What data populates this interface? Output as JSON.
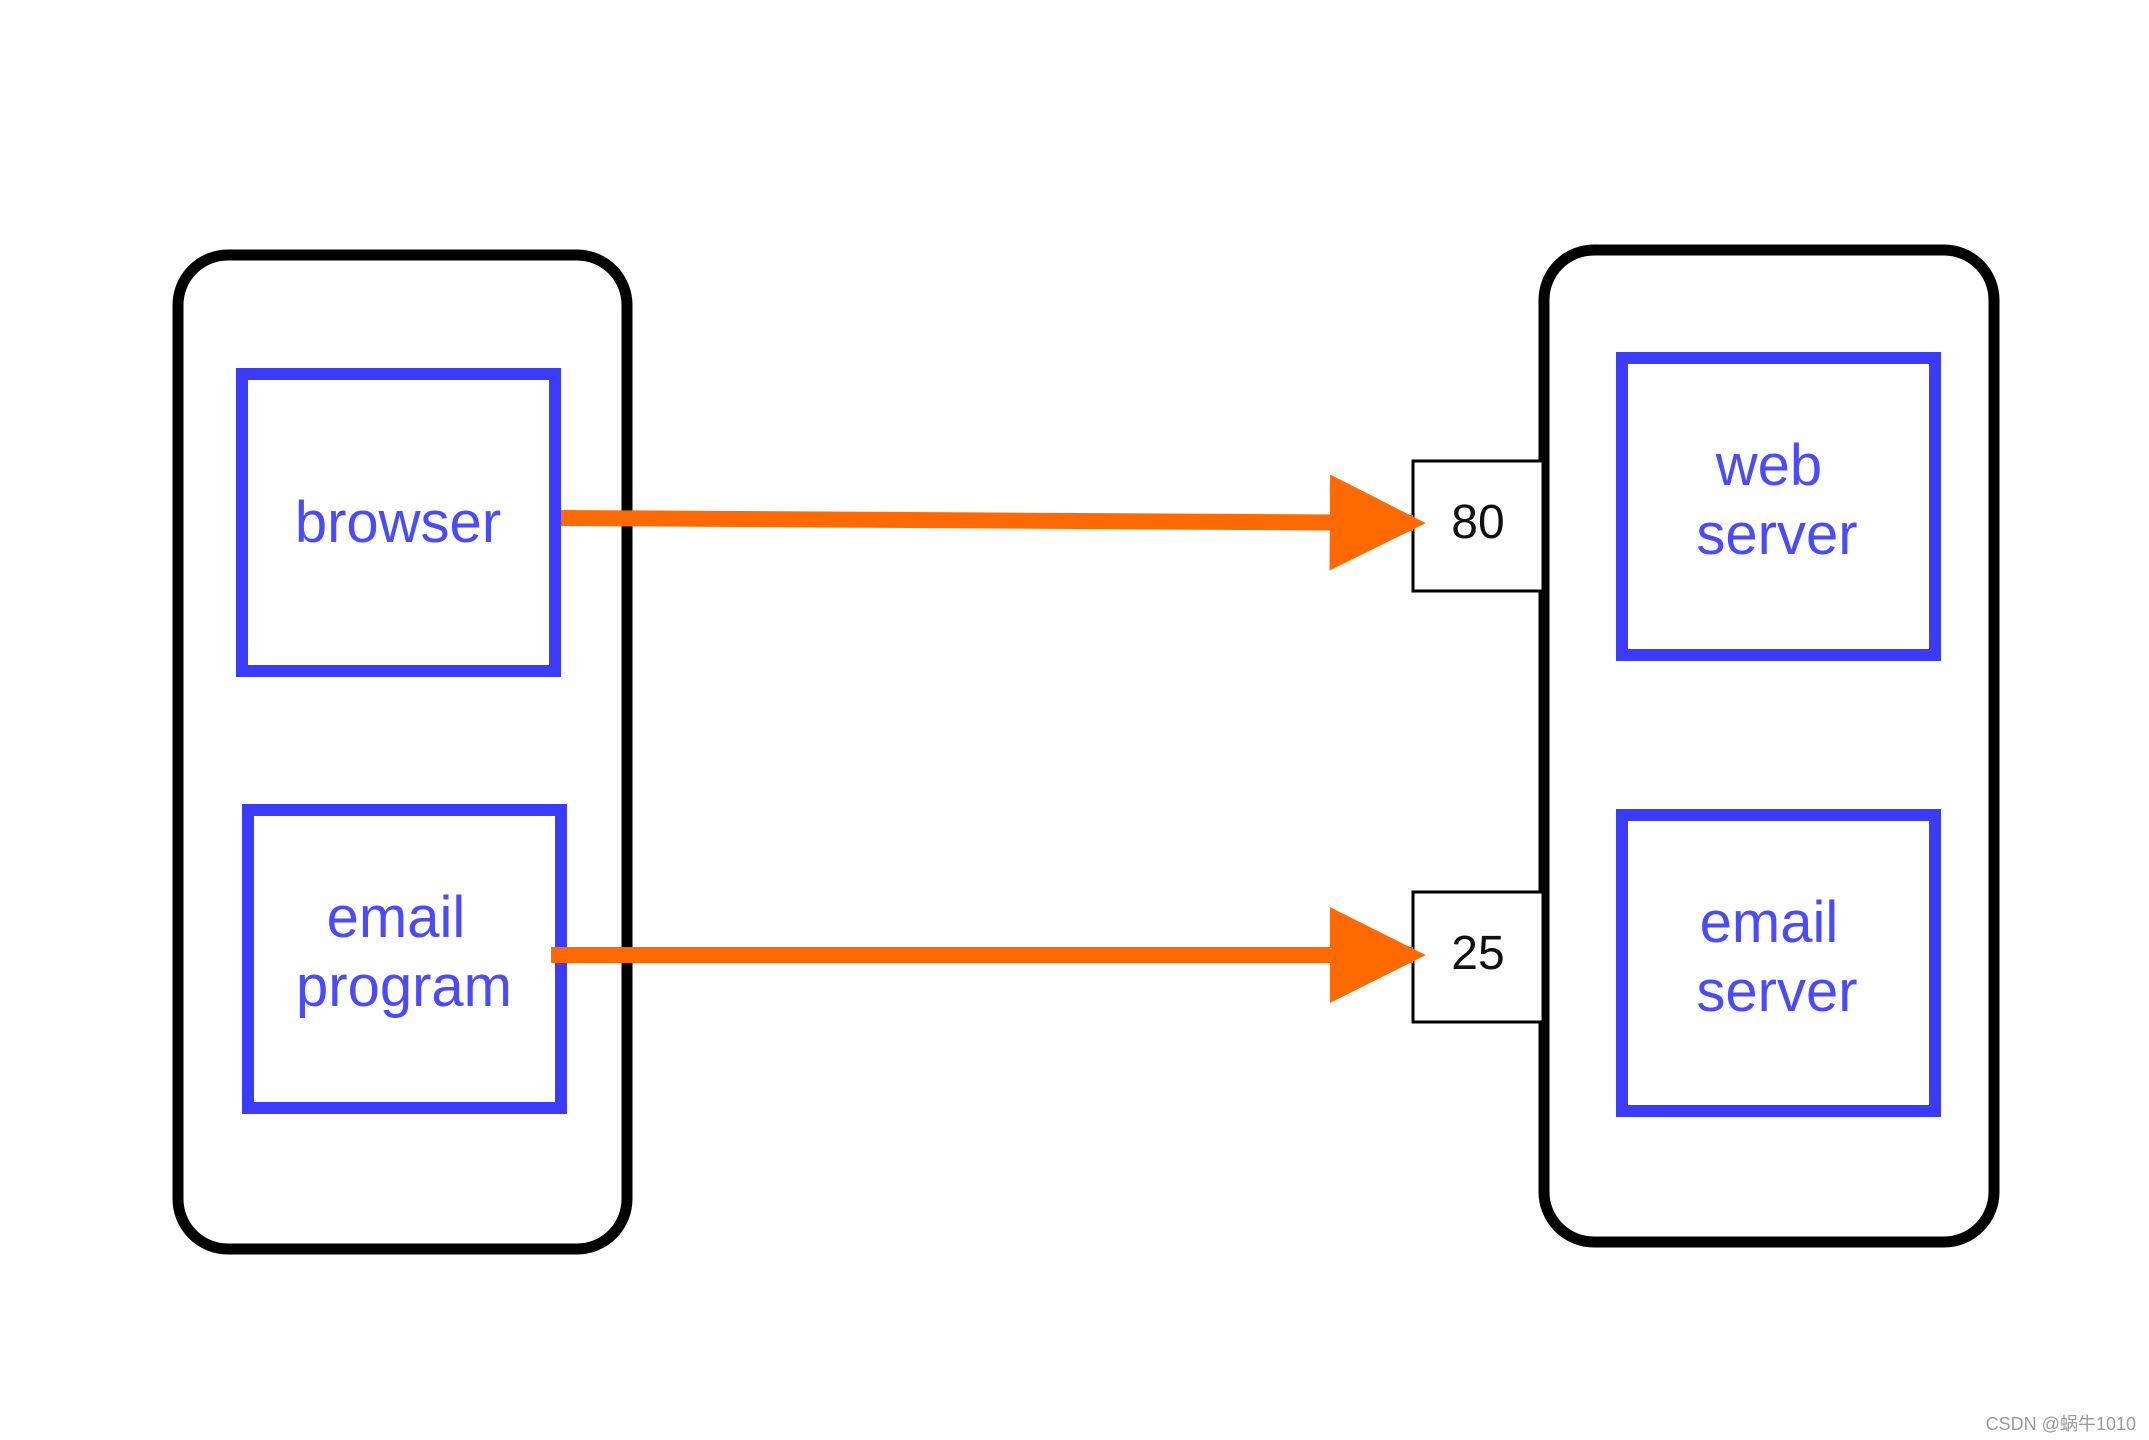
{
  "colors": {
    "process_border": "#3b3bff",
    "process_text": "#4a4aff",
    "arrow": "#ff6a00",
    "frame": "#000000"
  },
  "client_host": {
    "processes": [
      {
        "lines": [
          "browser"
        ]
      },
      {
        "lines": [
          "email",
          "program"
        ]
      }
    ]
  },
  "server_host": {
    "processes": [
      {
        "lines": [
          "web",
          "server"
        ]
      },
      {
        "lines": [
          "email",
          "server"
        ]
      }
    ],
    "ports": [
      "80",
      "25"
    ]
  },
  "watermark": "CSDN @蜗牛1010"
}
